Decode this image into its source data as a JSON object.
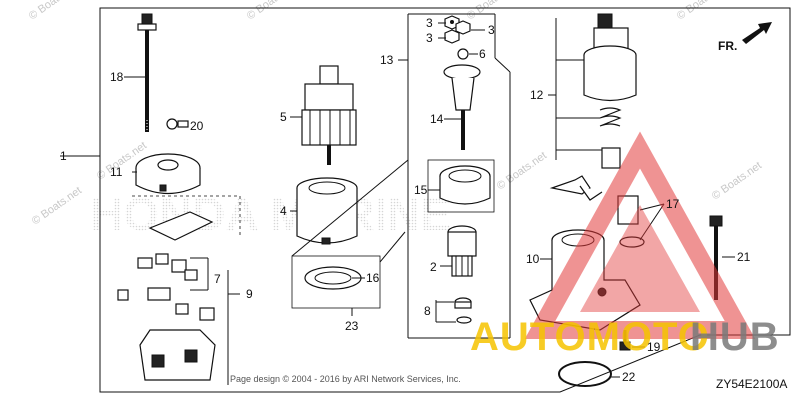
{
  "watermark": {
    "text": "© Boats.net"
  },
  "callouts": [
    "1",
    "2",
    "3",
    "3",
    "3",
    "4",
    "5",
    "6",
    "7",
    "8",
    "9",
    "10",
    "11",
    "12",
    "13",
    "14",
    "15",
    "16",
    "17",
    "18",
    "19",
    "20",
    "21",
    "22",
    "23"
  ],
  "direction_label": "FR.",
  "diagram_code": "ZY54E2100A",
  "brand": {
    "part_a": "AUTOMOTO",
    "part_b": "HUB",
    "color_a": "#f6c400",
    "color_b": "#7a7a7a",
    "accent": "#e23a3a"
  },
  "background_logo": "HONDA MARINE",
  "copyright": "Page design © 2004 - 2016 by ARI Network Services, Inc."
}
